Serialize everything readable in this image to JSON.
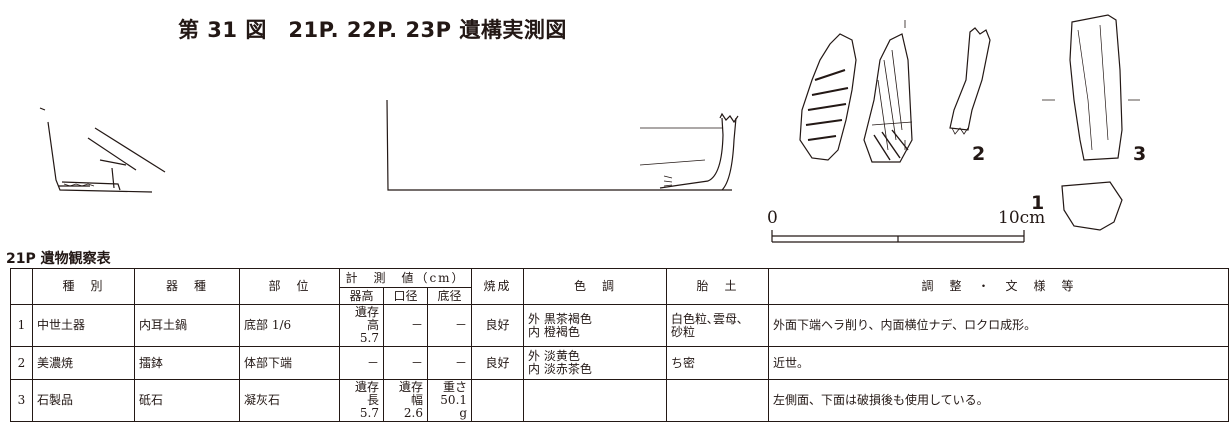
{
  "figure": {
    "title": "第 31 図　21P. 22P. 23P 遺構実測図",
    "labels": [
      "1",
      "2",
      "3"
    ],
    "scale": {
      "zero": "0",
      "max": "10cm"
    }
  },
  "table": {
    "title": "21P 遺物観察表",
    "headers": {
      "no": "",
      "type": "種　別",
      "vessel": "器　種",
      "part": "部　位",
      "measure": "計　測　値（cm）",
      "measure_sub": [
        "器高",
        "口径",
        "底径"
      ],
      "firing": "焼成",
      "color": "色　調",
      "paste": "胎　土",
      "notes": "調　整　・　文　様　等"
    },
    "rows": [
      {
        "no": "1",
        "type": "中世土器",
        "vessel": "内耳土鍋",
        "part": "底部 1/6",
        "m1": "遺存高\n5.7",
        "m2": "－",
        "m3": "－",
        "firing": "良好",
        "color": "外 黒茶褐色\n内 橙褐色",
        "paste": "白色粒､雲母､\n砂粒",
        "notes": "外面下端ヘラ削り、内面横位ナデ、ロクロ成形。"
      },
      {
        "no": "2",
        "type": "美濃焼",
        "vessel": "擂鉢",
        "part": "体部下端",
        "m1": "－",
        "m2": "－",
        "m3": "－",
        "firing": "良好",
        "color": "外 淡黄色\n内 淡赤茶色",
        "paste": "ち密",
        "notes": "近世。"
      },
      {
        "no": "3",
        "type": "石製品",
        "vessel": "砥石",
        "part": "凝灰石",
        "m1": "遺存長\n5.7",
        "m2": "遺存幅\n2.6",
        "m3": "重さ\n50.1 g",
        "firing": "",
        "color": "",
        "paste": "",
        "notes": "左側面、下面は破損後も使用している。"
      }
    ]
  }
}
